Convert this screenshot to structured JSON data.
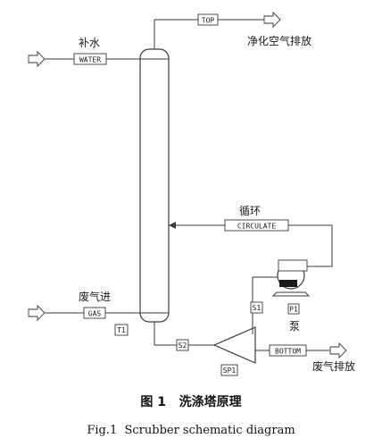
{
  "labels": {
    "water_cn": "补水",
    "water_box": "WATER",
    "top_box": "TOP",
    "clean_air_cn": "净化空气排放",
    "circulate_cn": "循环",
    "circulate_box": "CIRCULATE",
    "gas_in_cn": "废气进",
    "gas_box": "GAS",
    "t1_box": "T1",
    "s1_box": "S1",
    "s2_box": "S2",
    "p1_box": "P1",
    "pump_cn": "泵",
    "sp1_box": "SP1",
    "bottom_box": "BOTTOM",
    "waste_gas_out_cn": "废气排放"
  },
  "caption": {
    "cn": "图 1   洗涤塔原理",
    "en": "Fig.1  Scrubber schematic diagram"
  }
}
